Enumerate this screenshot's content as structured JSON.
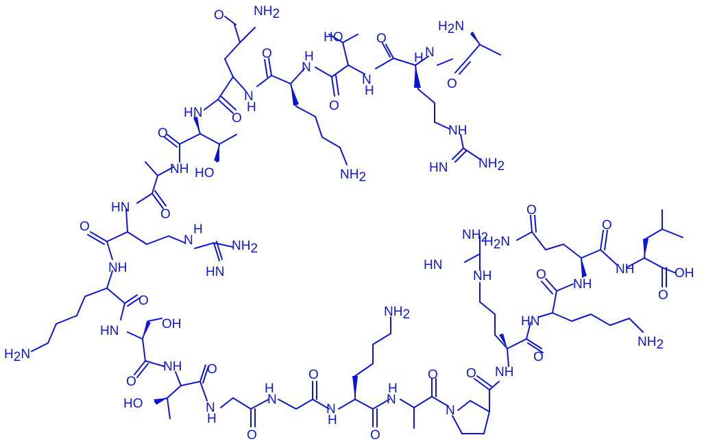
{
  "figure": {
    "type": "chemical-structure",
    "color": "#0a14d6"
  },
  "labels": {
    "nh2": "NH",
    "h2n": "H",
    "two": "2",
    "n_amine": "N",
    "o": "O",
    "nh": "NH",
    "hn": "HN",
    "n": "N",
    "h": "H",
    "ho": "HO",
    "oh": "OH",
    "hn_imine": "HN",
    "ho_acid": "HO"
  }
}
